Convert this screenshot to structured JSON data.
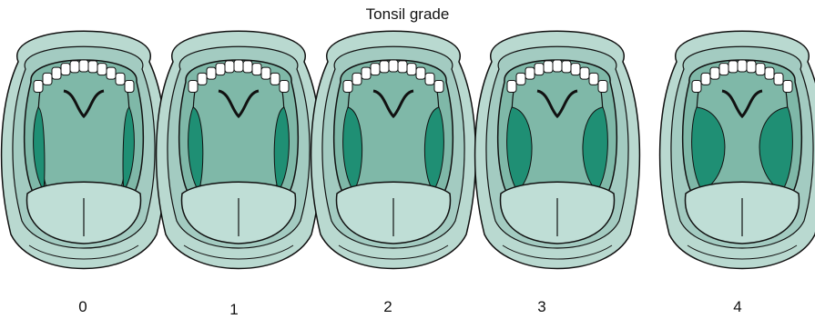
{
  "title": "Tonsil grade",
  "colors": {
    "outer": "#b9d9d0",
    "rim": "#a3cbc1",
    "palate": "#8cc3b5",
    "throat": "#7fb8a8",
    "tonsil": "#1f8f74",
    "tongue": "#bfded6",
    "outline": "#111111",
    "teeth": "#ffffff"
  },
  "grades": [
    {
      "label": "0",
      "tonsil_size": 0.05
    },
    {
      "label": "1",
      "tonsil_size": 0.2
    },
    {
      "label": "2",
      "tonsil_size": 0.38
    },
    {
      "label": "3",
      "tonsil_size": 0.62
    },
    {
      "label": "4",
      "tonsil_size": 0.95
    }
  ]
}
